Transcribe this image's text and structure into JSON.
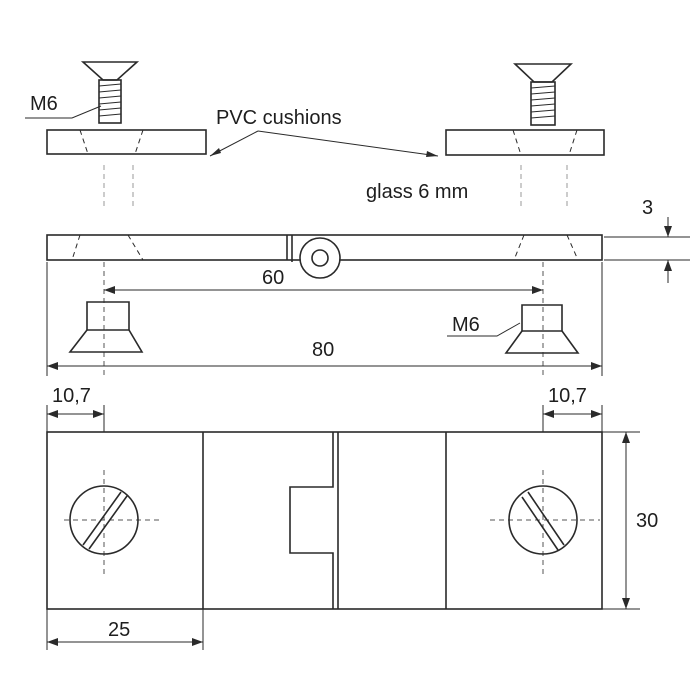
{
  "labels": {
    "screw_size_top": "M6",
    "cushions": "PVC cushions",
    "glass": "glass 6 mm",
    "thickness": "3",
    "hole_spacing": "60",
    "overall_length": "80",
    "screw_size_bottom": "M6",
    "edge_left": "10,7",
    "edge_right": "10,7",
    "height": "30",
    "leaf_width": "25"
  }
}
